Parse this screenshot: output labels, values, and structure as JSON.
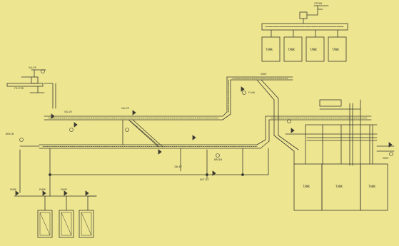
{
  "diagram": {
    "background_color": "#ede590",
    "line_color": "#3a3a33",
    "top_tanks": [
      "TANK",
      "TANK",
      "TANK",
      "TANK"
    ],
    "bottom_tanks": [
      "TANK",
      "TANK",
      "TANK"
    ],
    "left_vessels": [
      "",
      "",
      ""
    ],
    "labels": [
      "VALVE",
      "FILTER",
      "DRAIN",
      "PUMP",
      "PUMP",
      "PUMP",
      "VALVE",
      "VALVE",
      "INLET",
      "OUTLET",
      "DRAIN",
      "FLOW",
      "VENT",
      "STEAM",
      "VENT"
    ]
  }
}
